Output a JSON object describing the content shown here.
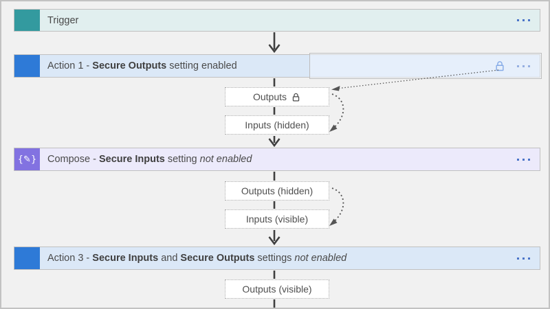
{
  "colors": {
    "canvas_bg": "#f1f1f1",
    "canvas_border": "#c2c2c2",
    "trigger_icon_bg": "#339a9f",
    "trigger_row_bg": "#e1efef",
    "action_icon_bg": "#2e7ad7",
    "action_row_bg": "#dbe8f7",
    "compose_icon_bg": "#8272e1",
    "compose_row_bg": "#eceafb",
    "ellipsis_dot": "#4a74c8",
    "lock_accent": "#2a6bd4",
    "connector": "#3f3f3f",
    "dotted_arrow": "#555555",
    "detail_box_border": "#a9a9a9",
    "text": "#4a4a4a"
  },
  "icons": {
    "compose_glyph": "{✎}"
  },
  "nodes": [
    {
      "type": "trigger",
      "segments": {
        "s0": "Trigger"
      }
    },
    {
      "type": "action",
      "segments": {
        "s0": "Action 1 - ",
        "s1": "Secure Outputs",
        "s2": " setting enabled"
      }
    },
    {
      "type": "compose",
      "segments": {
        "s0": "Compose - ",
        "s1": "Secure Inputs",
        "s2": " setting ",
        "s3": "not enabled"
      }
    },
    {
      "type": "action",
      "segments": {
        "s0": "Action 3 - ",
        "s1": "Secure Inputs",
        "s2": " and ",
        "s3": "Secure Outputs",
        "s4": " settings ",
        "s5": "not enabled"
      }
    }
  ],
  "detail_boxes": [
    {
      "label": "Outputs",
      "lock": true
    },
    {
      "label": "Inputs (hidden)"
    },
    {
      "label": "Outputs (hidden)"
    },
    {
      "label": "Inputs (visible)"
    },
    {
      "label": "Outputs (visible)"
    }
  ]
}
